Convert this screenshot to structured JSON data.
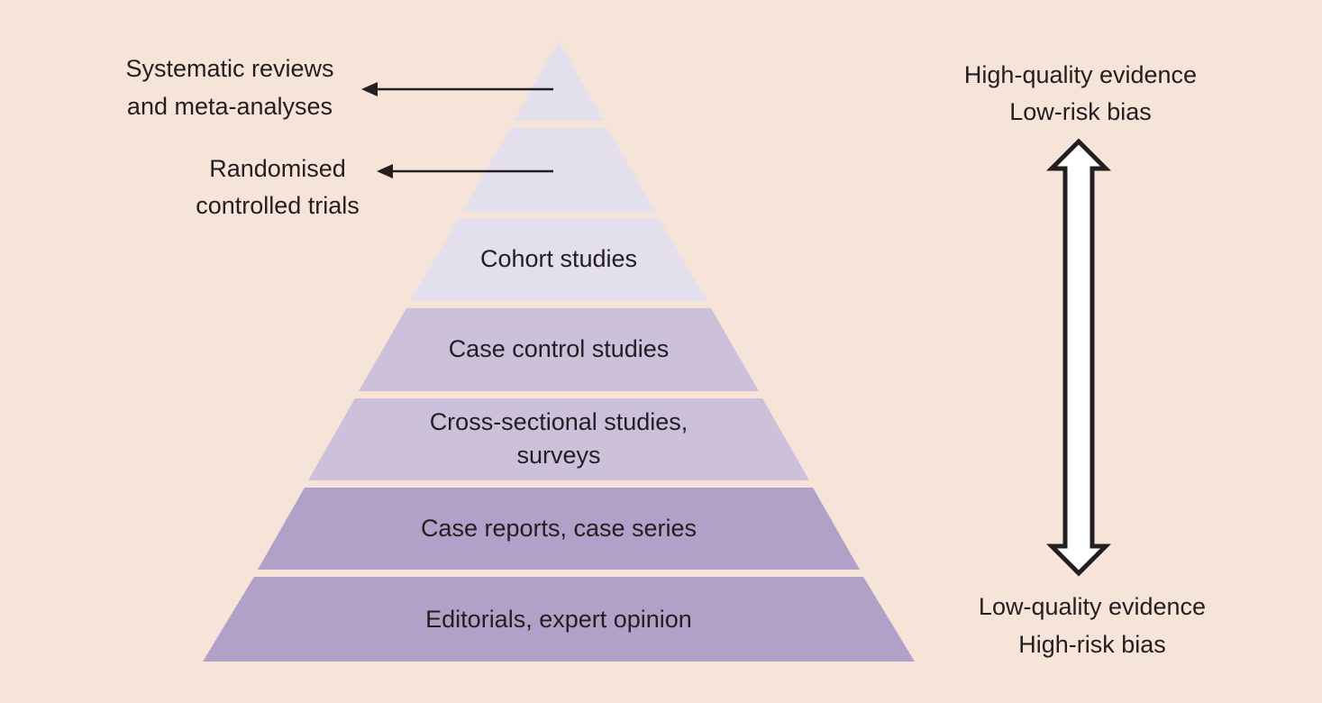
{
  "colors": {
    "background": "#f6e4d9",
    "tier_light": "#e4dfec",
    "tier_mid": "#ccc0da",
    "tier_dark": "#b1a0c7",
    "separator": "#ffffff",
    "text": "#231f20",
    "arrow_outline": "#231f20"
  },
  "pyramid": {
    "tiers": [
      {
        "label_lines": [],
        "shade": "light"
      },
      {
        "label_lines": [],
        "shade": "light"
      },
      {
        "label_lines": [
          "Cohort studies"
        ],
        "shade": "light"
      },
      {
        "label_lines": [
          "Case control studies"
        ],
        "shade": "mid"
      },
      {
        "label_lines": [
          "Cross-sectional studies,",
          "surveys"
        ],
        "shade": "mid"
      },
      {
        "label_lines": [
          "Case reports, case series"
        ],
        "shade": "dark"
      },
      {
        "label_lines": [
          "Editorials, expert opinion"
        ],
        "shade": "dark"
      }
    ]
  },
  "callouts": [
    {
      "lines": [
        "Systematic reviews",
        "and meta-analyses"
      ],
      "tier_index": 0
    },
    {
      "lines": [
        "Randomised",
        "controlled trials"
      ],
      "tier_index": 1
    }
  ],
  "scale": {
    "top_lines": [
      "High-quality evidence",
      "Low-risk bias"
    ],
    "bottom_lines": [
      "Low-quality evidence",
      "High-risk bias"
    ],
    "arrow_icon": "double-headed-arrow-icon"
  }
}
